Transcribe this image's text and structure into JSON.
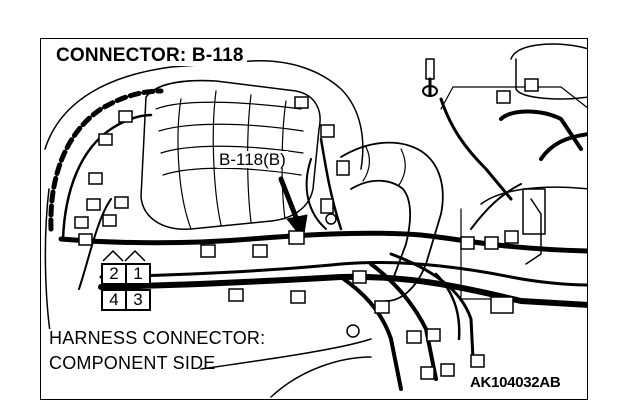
{
  "title": "CONNECTOR: B-118",
  "callout": "B-118(B)",
  "harness_label": [
    "HARNESS CONNECTOR:",
    "COMPONENT SIDE"
  ],
  "figure_code": "AK104032AB",
  "connector_pins": [
    {
      "pin": "2",
      "row": 0,
      "col": 0
    },
    {
      "pin": "1",
      "row": 0,
      "col": 1
    },
    {
      "pin": "4",
      "row": 1,
      "col": 0
    },
    {
      "pin": "3",
      "row": 1,
      "col": 1
    }
  ],
  "colors": {
    "ink": "#000000",
    "paper": "#ffffff"
  }
}
